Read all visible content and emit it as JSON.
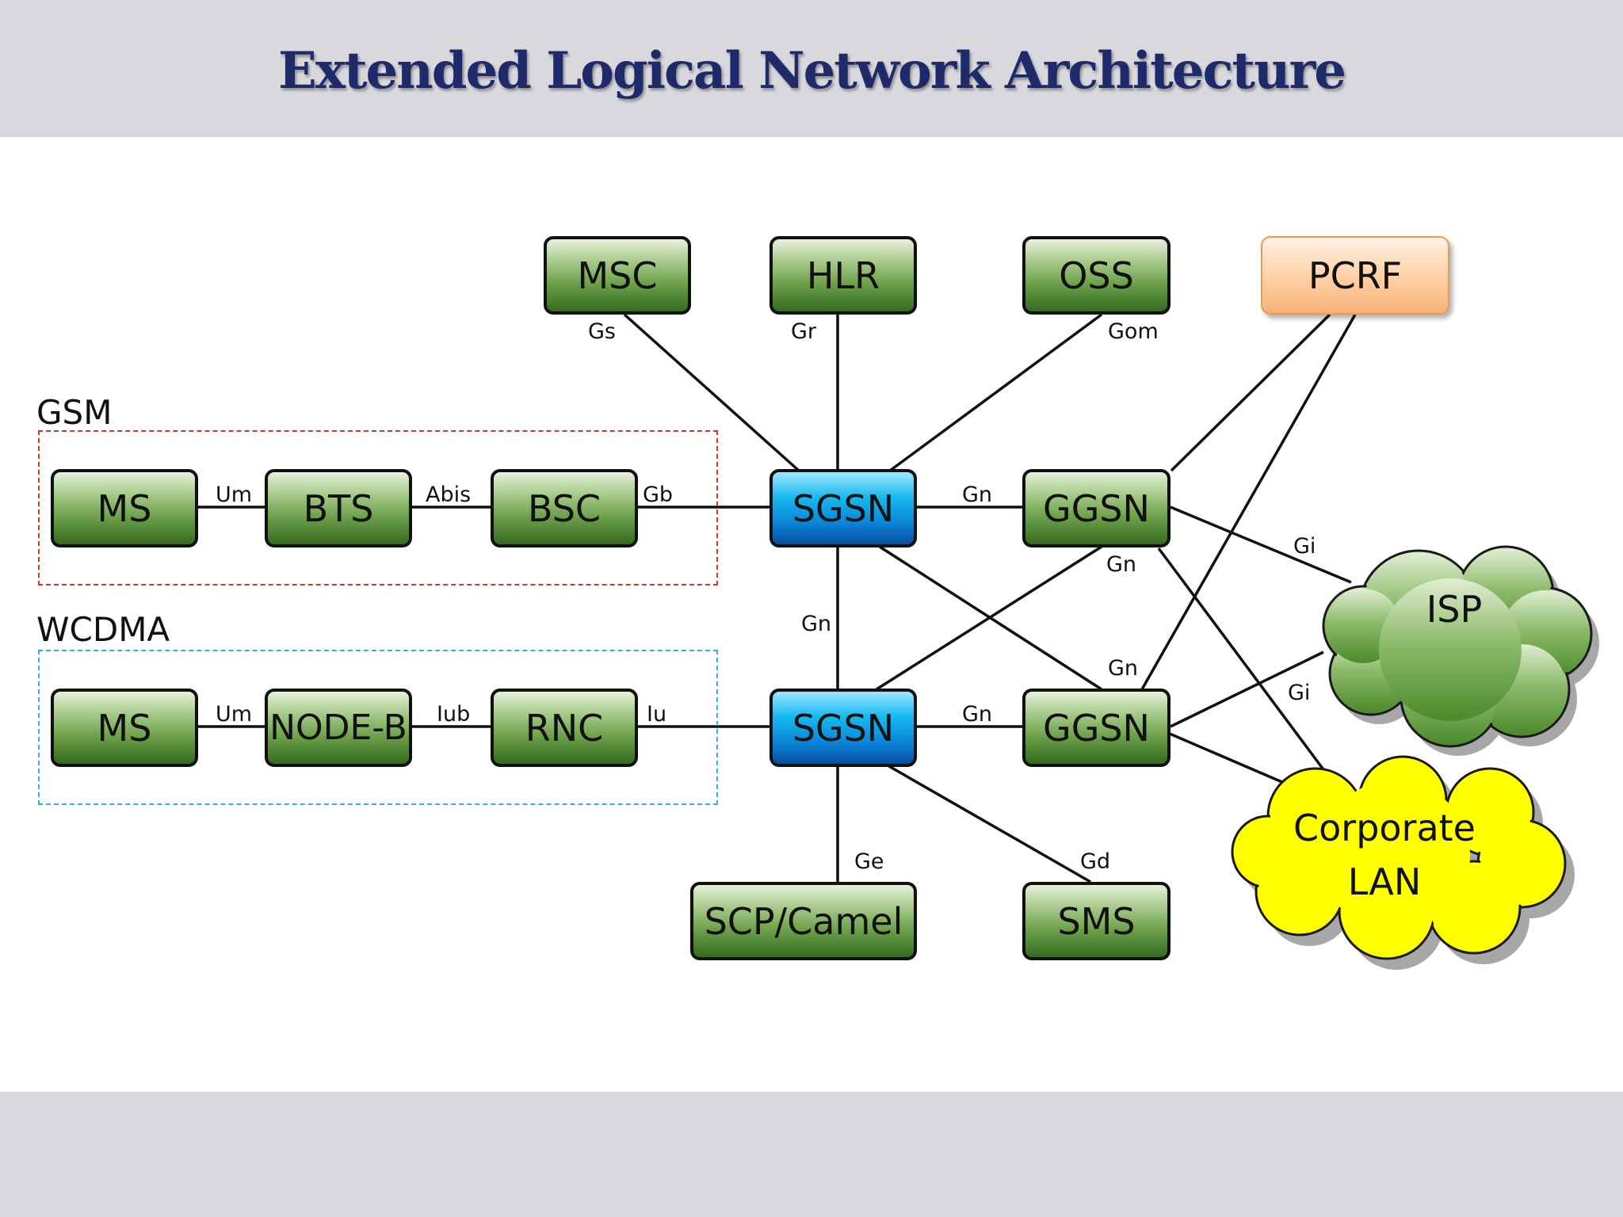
{
  "title": "Extended Logical Network Architecture",
  "groups": {
    "gsm": "GSM",
    "wcdma": "WCDMA"
  },
  "nodes": {
    "msc": "MSC",
    "hlr": "HLR",
    "oss": "OSS",
    "pcrf": "PCRF",
    "ms_gsm": "MS",
    "bts": "BTS",
    "bsc": "BSC",
    "sgsn_top": "SGSN",
    "ggsn_top": "GGSN",
    "ms_wcdma": "MS",
    "nodeb": "NODE-B",
    "rnc": "RNC",
    "sgsn_bottom": "SGSN",
    "ggsn_bottom": "GGSN",
    "scp": "SCP/Camel",
    "sms": "SMS",
    "isp": "ISP",
    "corp_line1": "Corporate",
    "corp_line2": "LAN"
  },
  "interfaces": {
    "gs": "Gs",
    "gr": "Gr",
    "gom": "Gom",
    "um_gsm": "Um",
    "abis": "Abis",
    "gb": "Gb",
    "gn_top": "Gn",
    "gn_cross_top": "Gn",
    "gi_top": "Gi",
    "gn_vertical": "Gn",
    "gn_cross_bottom": "Gn",
    "gi_bottom": "Gi",
    "um_wcdma": "Um",
    "iub": "Iub",
    "iu": "Iu",
    "gn_bottom": "Gn",
    "ge": "Ge",
    "gd": "Gd"
  },
  "colors": {
    "node_green": "#6ca04a",
    "sgsn_blue": "#0a86d8",
    "pcrf_orange": "#ffcfa3",
    "isp_cloud": "#7fb05e",
    "corp_cloud": "#ffff00",
    "gsm_border": "#e03030",
    "wcdma_border": "#3aaed4",
    "title": "#1f2a6b"
  }
}
